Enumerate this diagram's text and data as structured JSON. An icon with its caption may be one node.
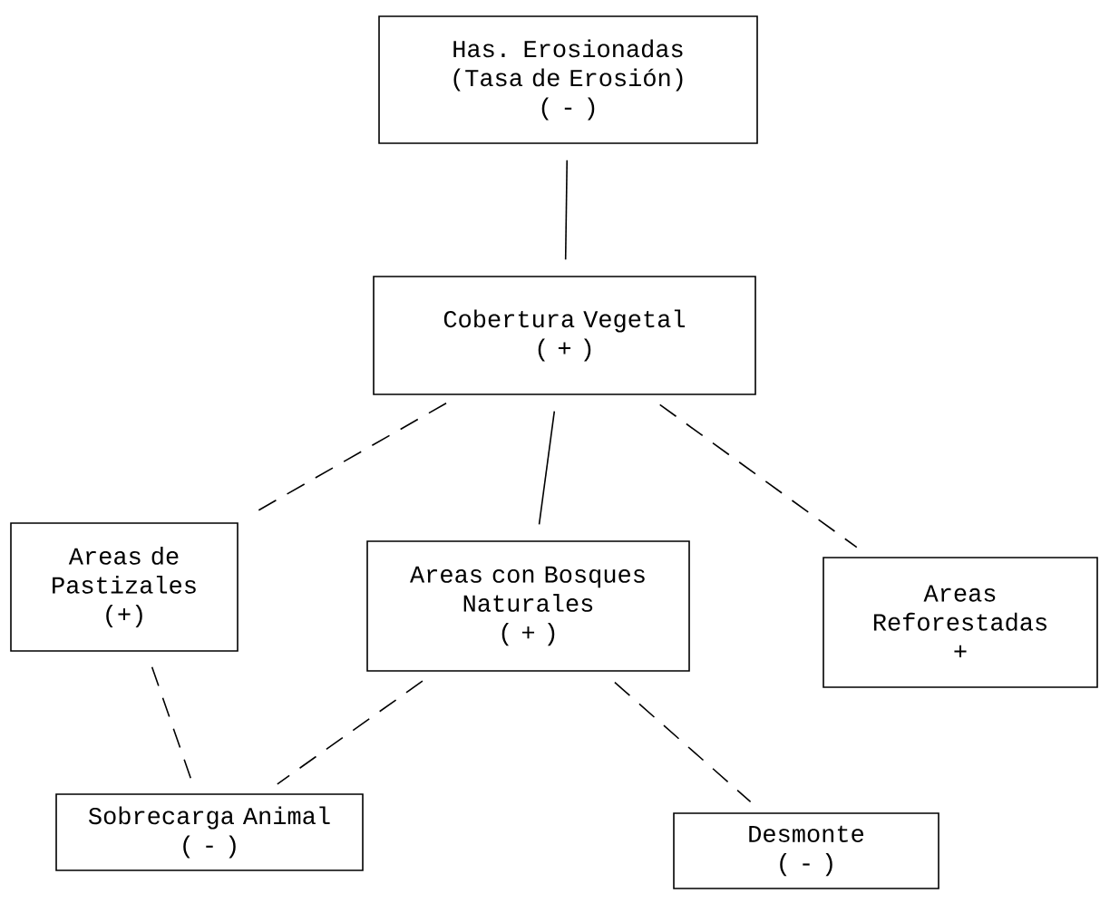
{
  "diagram": {
    "nodes": [
      {
        "text": [
          "Has. Erosionadas (Tasa de Erosión)",
          "( - )"
        ]
      },
      {
        "text": [
          "Cobertura Vegetal",
          "( + )"
        ]
      },
      {
        "text": [
          "Areas de Pastizales",
          "(+)"
        ]
      },
      {
        "text": [
          "Areas con Bosques Naturales",
          "( + )"
        ]
      },
      {
        "text": [
          "Areas Reforestadas",
          "+"
        ]
      },
      {
        "text": [
          "Sobrecarga Animal",
          "( - )"
        ]
      },
      {
        "text": [
          "Desmonte",
          "( - )"
        ]
      }
    ],
    "edges": [
      {
        "from": 0,
        "to": 1,
        "arrow": "none"
      },
      {
        "from": 1,
        "to": 2,
        "arrow": "none",
        "style": "dashed"
      },
      {
        "from": 1,
        "to": 3,
        "arrow": "none"
      },
      {
        "from": 1,
        "to": 4,
        "arrow": "none",
        "style": "dashed"
      },
      {
        "from": 2,
        "to": 5,
        "arrow": "none",
        "style": "dashed"
      },
      {
        "from": 3,
        "to": 5,
        "arrow": "none",
        "style": "dashed"
      },
      {
        "from": 3,
        "to": 6,
        "arrow": "none",
        "style": "dashed"
      }
    ]
  }
}
